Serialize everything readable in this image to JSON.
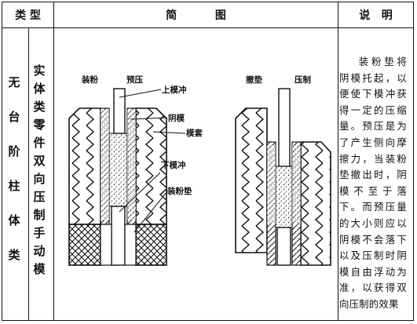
{
  "header": {
    "type": "类  型",
    "diagram": "简          图",
    "note": "说   明"
  },
  "category": {
    "col1": [
      "无",
      "台",
      "阶",
      "柱",
      "体",
      "类"
    ],
    "col2": [
      "实",
      "体",
      "类",
      "零",
      "件",
      "双",
      "向",
      "压",
      "制",
      "手",
      "动",
      "模"
    ]
  },
  "diagram_labels": {
    "fill_powder": "装粉",
    "prepress": "预压",
    "upper_punch": "上模冲",
    "die": "阴模",
    "die_sleeve": "模套",
    "lower_punch": "下模冲",
    "powder_pad": "装粉垫",
    "remove_pad": "撤垫",
    "press": "压制"
  },
  "description": "装粉垫将阴模托起，以便使下模冲获得一定的压缩量。预压是为了产生侧向摩擦力，当装粉垫撤出时，阴模不至于落下。而预压量的大小则应以阴模不会落下以及压制时阴模自由浮动为准，以获得双向压制的效果"
}
